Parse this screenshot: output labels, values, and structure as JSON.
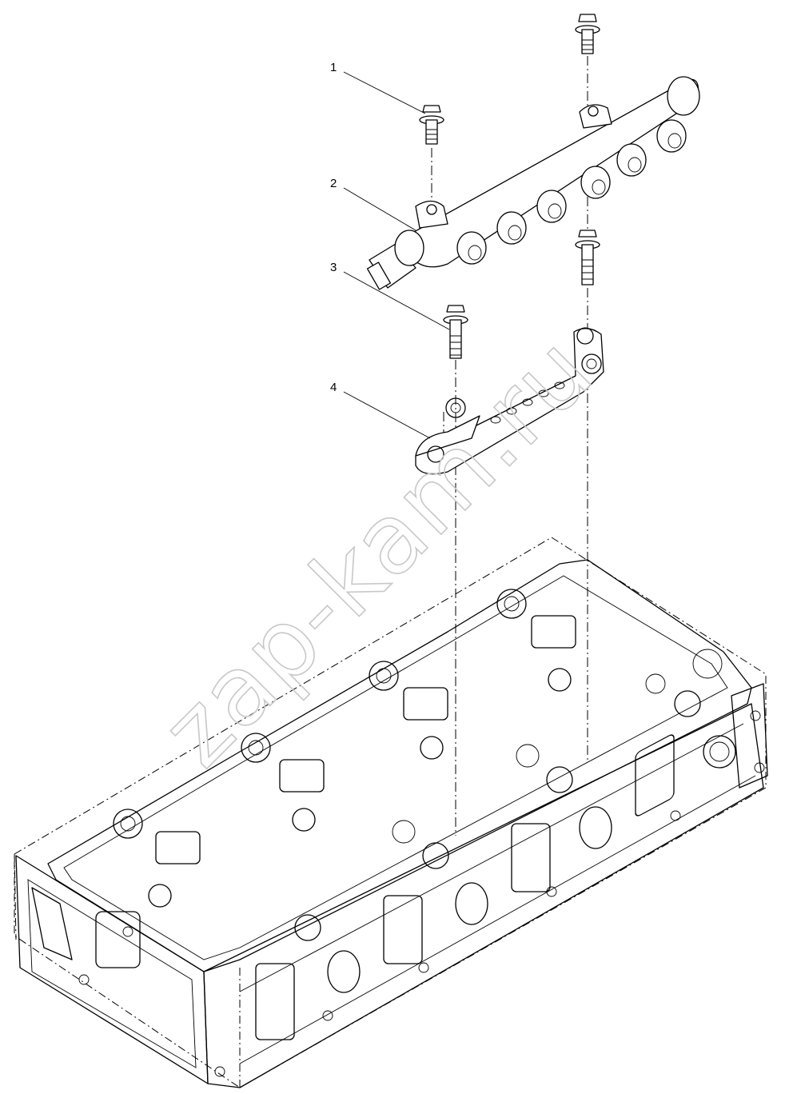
{
  "watermark": "zap-kam.ru",
  "callouts": [
    {
      "id": "1",
      "label": "1"
    },
    {
      "id": "2",
      "label": "2"
    },
    {
      "id": "3",
      "label": "3"
    },
    {
      "id": "4",
      "label": "4"
    }
  ],
  "colors": {
    "line": "#000000",
    "watermark": "#c8c8c8",
    "background": "#ffffff"
  }
}
